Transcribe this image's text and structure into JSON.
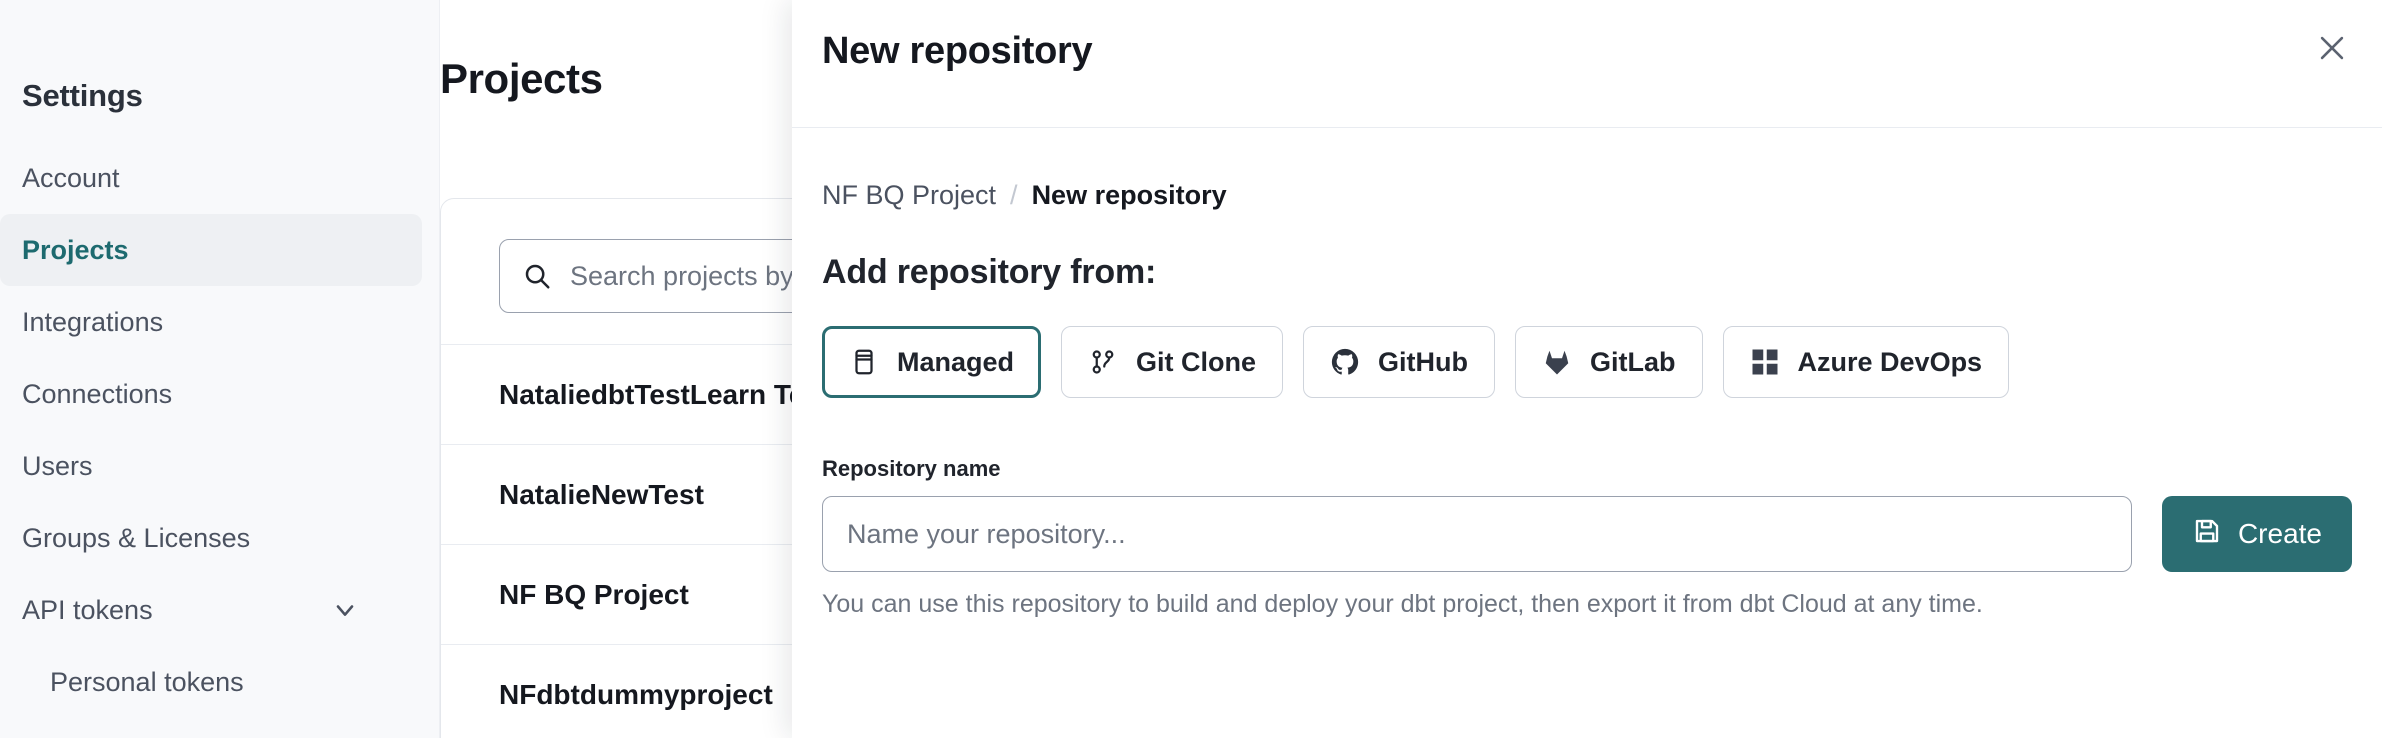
{
  "sidebar": {
    "title": "Settings",
    "items": [
      {
        "label": "Account",
        "active": false,
        "sub": false,
        "icon": null
      },
      {
        "label": "Projects",
        "active": true,
        "sub": false,
        "icon": null
      },
      {
        "label": "Integrations",
        "active": false,
        "sub": false,
        "icon": null
      },
      {
        "label": "Connections",
        "active": false,
        "sub": false,
        "icon": null
      },
      {
        "label": "Users",
        "active": false,
        "sub": false,
        "icon": null
      },
      {
        "label": "Groups & Licenses",
        "active": false,
        "sub": false,
        "icon": null
      },
      {
        "label": "API tokens",
        "active": false,
        "sub": false,
        "icon": "chevron-down-icon"
      },
      {
        "label": "Personal tokens",
        "active": false,
        "sub": true,
        "icon": null
      }
    ]
  },
  "main": {
    "page_title": "Projects",
    "search": {
      "placeholder": "Search projects by name...",
      "value": "",
      "icon": "search-icon"
    },
    "projects": [
      "NataliedbtTestLearn Test",
      "NatalieNewTest",
      "NF BQ Project",
      "NFdbtdummyproject"
    ]
  },
  "modal": {
    "title": "New repository",
    "close_icon": "close-icon",
    "breadcrumb": {
      "parent": "NF BQ Project",
      "separator": "/",
      "current": "New repository"
    },
    "section_title": "Add repository from:",
    "sources": [
      {
        "label": "Managed",
        "icon": "database-icon",
        "selected": true
      },
      {
        "label": "Git Clone",
        "icon": "git-branch-icon",
        "selected": false
      },
      {
        "label": "GitHub",
        "icon": "github-icon",
        "selected": false
      },
      {
        "label": "GitLab",
        "icon": "gitlab-icon",
        "selected": false
      },
      {
        "label": "Azure DevOps",
        "icon": "azure-devops-icon",
        "selected": false
      }
    ],
    "repo_name_label": "Repository name",
    "repo_name_placeholder": "Name your repository...",
    "repo_name_value": "",
    "create_label": "Create",
    "create_icon": "save-icon",
    "help_text": "You can use this repository to build and deploy your dbt project, then export it from dbt Cloud at any time."
  },
  "colors": {
    "accent": "#2b6d72",
    "sidebar_bg": "#f8f9fb",
    "text": "#15181f",
    "muted": "#6d7480",
    "border": "#e4e7ec"
  }
}
